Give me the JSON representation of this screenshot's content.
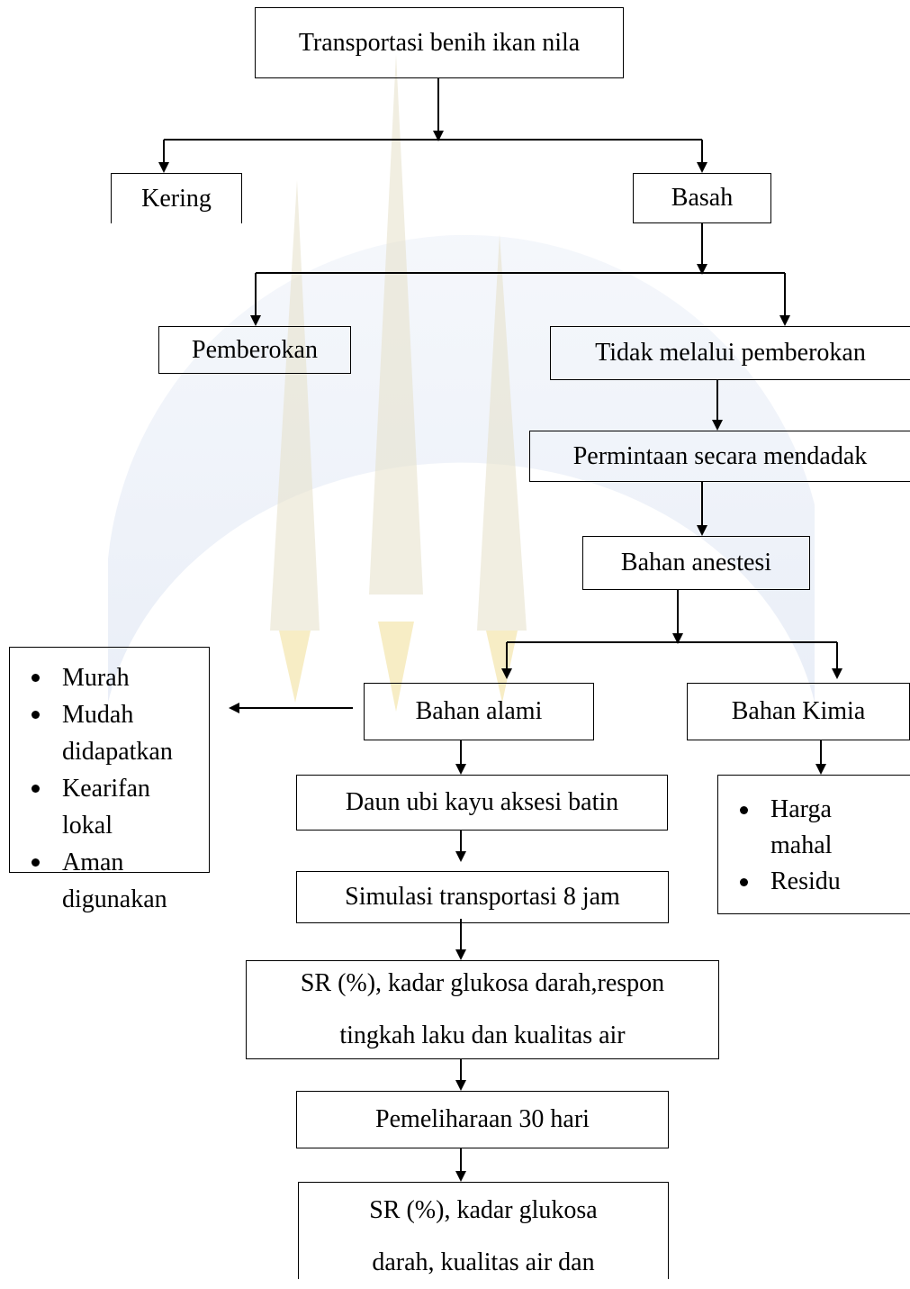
{
  "diagram": {
    "root": "Transportasi benih ikan nila",
    "kering": "Kering",
    "basah": "Basah",
    "pemberokan": "Pemberokan",
    "tidak_pemberokan": "Tidak melalui pemberokan",
    "permintaan": "Permintaan secara mendadak",
    "bahan_anestesi": "Bahan anestesi",
    "bahan_alami": "Bahan alami",
    "bahan_kimia": "Bahan Kimia",
    "daun": "Daun ubi kayu aksesi batin",
    "simulasi": "Simulasi transportasi 8 jam",
    "sr1_line1": "SR (%), kadar glukosa darah,respon",
    "sr1_line2": "tingkah laku dan kualitas air",
    "pemeliharaan": "Pemeliharaan 30 hari",
    "sr2_line1": "SR (%), kadar glukosa",
    "sr2_line2": "darah, kualitas air dan",
    "alami_benefits": [
      "Murah",
      "Mudah didapatkan",
      "Kearifan lokal",
      "Aman digunakan"
    ],
    "kimia_drawbacks": [
      "Harga mahal",
      "Residu"
    ]
  }
}
